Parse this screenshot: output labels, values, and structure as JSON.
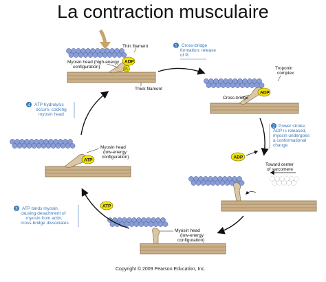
{
  "title": "La contraction musculaire",
  "labels": {
    "thin_filament": "Thin filament",
    "thick_filament": "Thick filament",
    "myosin_high_1": "Myosin head (high-energy",
    "myosin_high_2": "configuration)",
    "troponin_1": "Troponin",
    "troponin_2": "complex",
    "cross_bridge": "Cross-bridge",
    "toward_center_1": "Toward center",
    "toward_center_2": "of sarcomere",
    "myosin_low_1": "Myosin head",
    "myosin_low_2": "(low-energy",
    "myosin_low_3": "configuration)",
    "myosin_low_b1": "Myosin head",
    "myosin_low_b2": "(low-energy",
    "myosin_low_b3": "configuration)"
  },
  "molecules": {
    "adp": "ADP",
    "pi": "Pᵢ",
    "atp": "ATP"
  },
  "steps": [
    {
      "num": "1",
      "lines": [
        "Cross-bridge",
        "formation; release",
        "of Pᵢ"
      ]
    },
    {
      "num": "2",
      "lines": [
        "Power stroke;",
        "ADP is released,",
        "myosin undergoes",
        "a conformational",
        "change"
      ]
    },
    {
      "num": "3",
      "lines": [
        "ATP binds myosin,",
        "causing detachment of",
        "myosin from actin;",
        "cross-bridge dissociates"
      ]
    },
    {
      "num": "4",
      "lines": [
        "ATP hydrolysis",
        "occurs, cocking",
        "myosin head"
      ]
    }
  ],
  "copyright": "Copyright © 2009 Pearson Education, Inc.",
  "colors": {
    "actin": "#8a9ed6",
    "actin_stroke": "#4a5fa0",
    "thick": "#c9b08a",
    "thick_stroke": "#8a6d45",
    "myosin": "#d9c7a6",
    "adp_yellow": "#f4e200",
    "step_blue": "#3a78b8",
    "pointer_arrow": "#c8a46a"
  }
}
